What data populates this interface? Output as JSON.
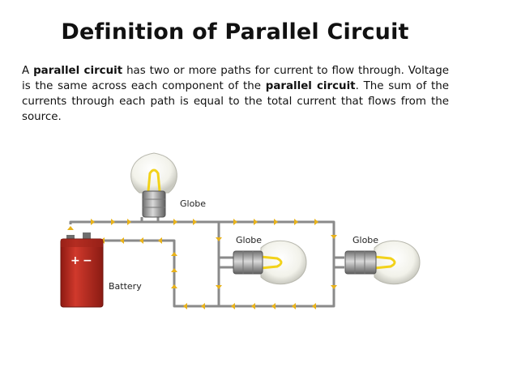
{
  "title": "Definition of Parallel Circuit",
  "paragraph": {
    "p1": "A ",
    "bold1": "parallel circuit",
    "p2": " has two or more paths for current to flow through. Voltage is the same across each component of the ",
    "bold2": "parallel circuit",
    "p3": ". The sum of the currents through each path is equal to the total current that flows from the source."
  },
  "diagram": {
    "globe_top_label": "Globe",
    "globe_mid_label": "Globe",
    "globe_right_label": "Globe",
    "battery_label": "Battery",
    "battery_plus": "+",
    "battery_minus": "−",
    "colors": {
      "wire": "#8a8a8a",
      "arrow": "#e8b21a",
      "battery": "#b8281e",
      "glass": "#f4f4ee",
      "filament": "#f2d21a"
    }
  }
}
